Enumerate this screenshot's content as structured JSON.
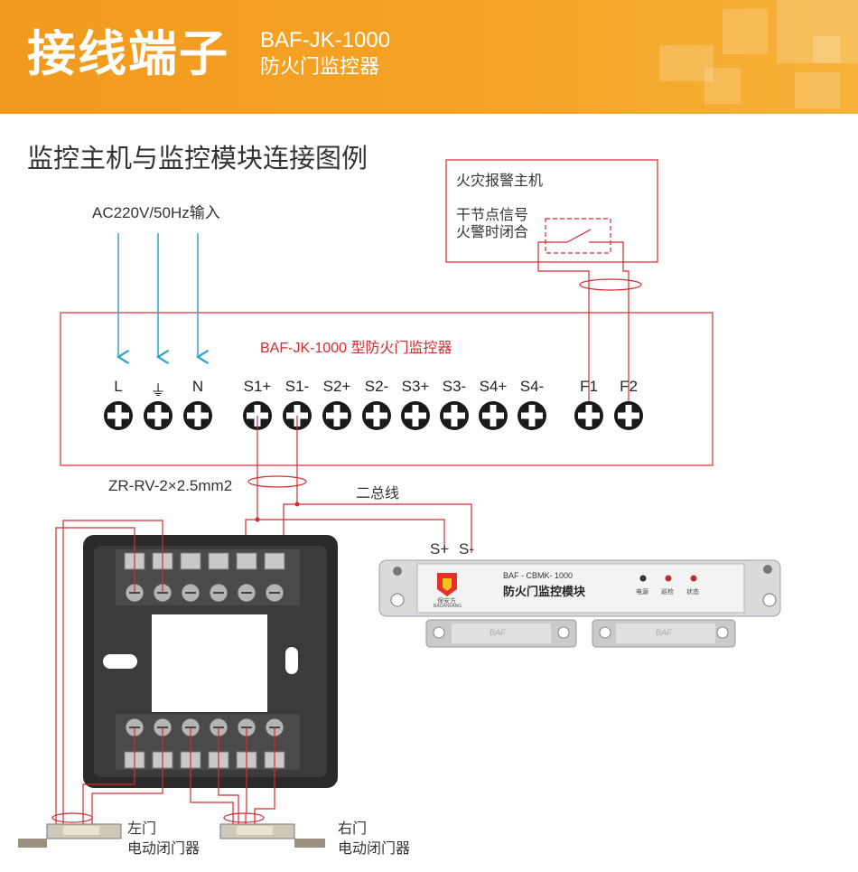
{
  "banner": {
    "title": "接线端子",
    "model": "BAF-JK-1000",
    "subtitle": "防火门监控器"
  },
  "section_title": "监控主机与监控模块连接图例",
  "fire_alarm": {
    "title": "火灾报警主机",
    "signal_line1": "干节点信号",
    "signal_line2": "火警时闭合"
  },
  "power_input": "AC220V/50Hz输入",
  "controller": {
    "name": "BAF-JK-1000 型防火门监控器",
    "terminals": [
      "L",
      "⏚",
      "N",
      "S1+",
      "S1-",
      "S2+",
      "S2-",
      "S3+",
      "S3-",
      "S4+",
      "S4-",
      "F1",
      "F2"
    ]
  },
  "cable_spec": "ZR-RV-2×2.5mm2",
  "bus_label": "二总线",
  "module": {
    "s_plus": "S+",
    "s_minus": "S-",
    "model": "BAF - CBMK- 1000",
    "name": "防火门监控模块",
    "brand": "保安方",
    "brand_en": "BAOANFANG",
    "indicator_power": "电源",
    "indicator_check": "巡检",
    "indicator_status": "状态",
    "magnet_label": "BAF"
  },
  "left_door": {
    "line1": "左门",
    "line2": "电动闭门器"
  },
  "right_door": {
    "line1": "右门",
    "line2": "电动闭门器"
  },
  "colors": {
    "banner": "#f5a425",
    "wire_red": "#d52a30",
    "power_arrow": "#2aa7c9"
  }
}
